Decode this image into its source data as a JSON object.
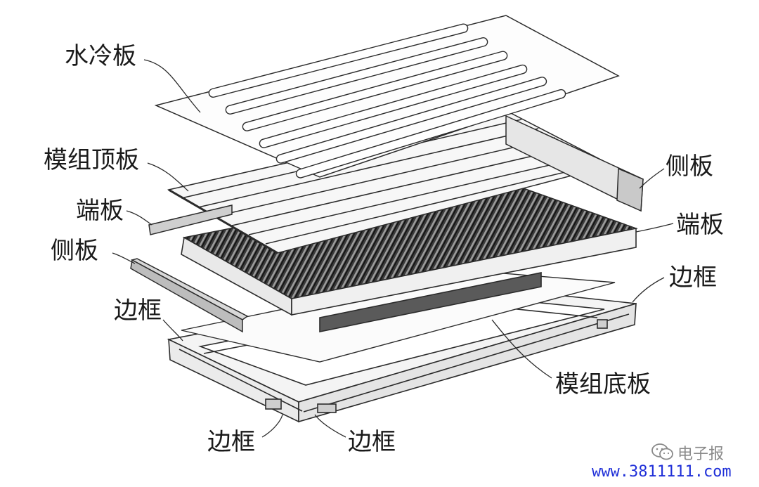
{
  "labels": {
    "water_plate": "水冷板",
    "module_top": "模组顶板",
    "end_plate_left": "端板",
    "side_plate_left": "侧板",
    "frame_left": "边框",
    "side_plate_right": "侧板",
    "end_plate_right": "端板",
    "frame_right": "边框",
    "module_bottom": "模组底板",
    "frame_bottom_left": "边框",
    "frame_bottom_right": "边框"
  },
  "watermark": {
    "brand": "电子报",
    "url": "www.3811111.com",
    "brand_icon": "wechat-icon"
  },
  "colors": {
    "line": "#2b2b2b",
    "label": "#1a1a1a",
    "url": "#1f2fd8",
    "watermark": "#8a8a8a"
  }
}
